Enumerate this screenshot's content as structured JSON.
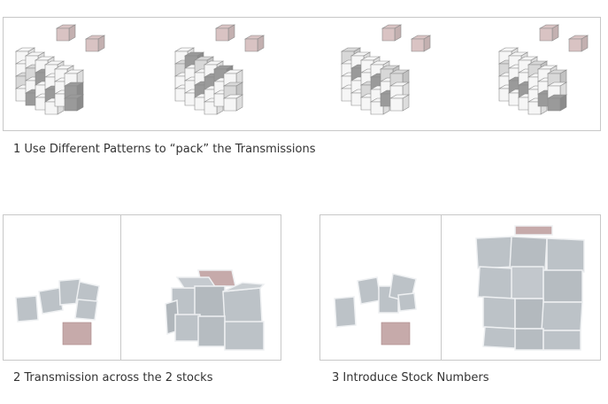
{
  "captions": {
    "fig1": "1  Use Different Patterns to “pack” the Transmissions",
    "fig2": "2  Transmission across the 2 stocks",
    "fig3": "3  Introduce Stock Numbers"
  },
  "colors": {
    "border": "#c8c8c8",
    "cube_light": "#f6f6f6",
    "cube_mid": "#d8d8d8",
    "cube_dark": "#9a9a9a",
    "cube_pink": "#d9c3c3",
    "block_gray": "#bcc2c7",
    "block_pink": "#c6aaaa",
    "edge": "#8a8a8a"
  }
}
